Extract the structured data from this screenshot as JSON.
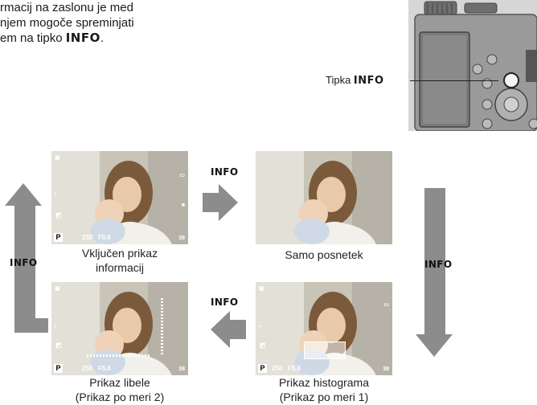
{
  "intro": {
    "line1": "rmacij na zaslonu je med",
    "line2": "njem mogoče spreminjati",
    "line3_prefix": "em na tipko ",
    "line3_key": "INFO",
    "line3_suffix": "."
  },
  "camera": {
    "label_prefix": "Tipka ",
    "label_key": "INFO"
  },
  "screens": {
    "info_on": {
      "caption_line1": "Vključen prikaz",
      "caption_line2": "informacij",
      "shutter": "250",
      "aperture": "F5.6",
      "mode": "P",
      "frames": "38"
    },
    "image_only": {
      "caption_line1": "Samo posnetek"
    },
    "histogram": {
      "caption_line1": "Prikaz histograma",
      "caption_line2": "(Prikaz po meri 1)",
      "shutter": "250",
      "aperture": "F5.6",
      "mode": "P",
      "frames": "38"
    },
    "level": {
      "caption_line1": "Prikaz libele",
      "caption_line2": "(Prikaz po meri 2)",
      "shutter": "250",
      "aperture": "F5.6",
      "mode": "P",
      "frames": "38"
    }
  },
  "arrow_labels": {
    "top": "INFO",
    "right": "INFO",
    "bottom": "INFO",
    "left": "INFO"
  },
  "colors": {
    "arrow_gray": "#8c8c8c",
    "screen_black": "#111111"
  }
}
